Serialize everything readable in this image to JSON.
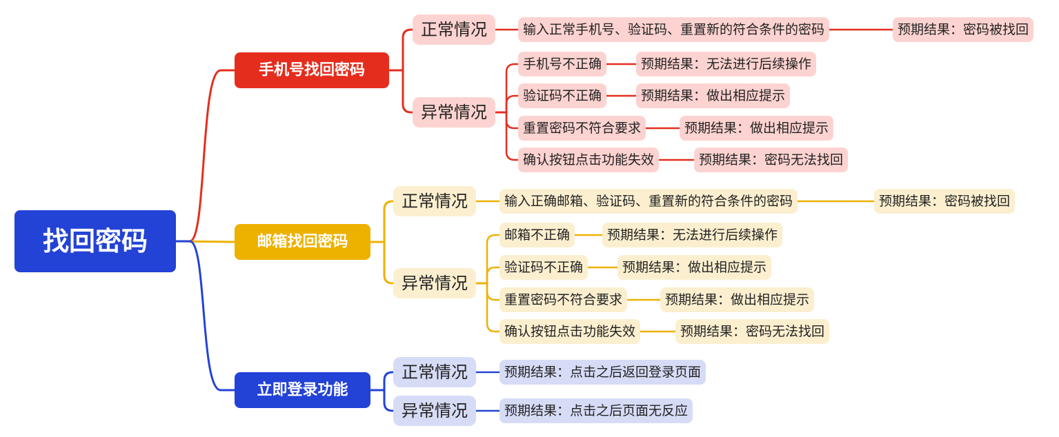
{
  "root": {
    "label": "找回密码",
    "color": "#2342d6"
  },
  "branches": [
    {
      "label": "手机号找回密码",
      "color": "#e52d1d",
      "tint": "#fcd3d0",
      "categories": [
        {
          "label": "正常情况",
          "items": [
            {
              "text": "输入正常手机号、验证码、重置新的符合条件的密码",
              "result": "预期结果：密码被找回"
            }
          ]
        },
        {
          "label": "异常情况",
          "items": [
            {
              "text": "手机号不正确",
              "result": "预期结果：无法进行后续操作"
            },
            {
              "text": "验证码不正确",
              "result": "预期结果：做出相应提示"
            },
            {
              "text": "重置密码不符合要求",
              "result": "预期结果：做出相应提示"
            },
            {
              "text": "确认按钮点击功能失效",
              "result": "预期结果：密码无法找回"
            }
          ]
        }
      ]
    },
    {
      "label": "邮箱找回密码",
      "color": "#edb100",
      "tint": "#fbefcf",
      "categories": [
        {
          "label": "正常情况",
          "items": [
            {
              "text": "输入正确邮箱、验证码、重置新的符合条件的密码",
              "result": "预期结果：密码被找回"
            }
          ]
        },
        {
          "label": "异常情况",
          "items": [
            {
              "text": "邮箱不正确",
              "result": "预期结果：无法进行后续操作"
            },
            {
              "text": "验证码不正确",
              "result": "预期结果：做出相应提示"
            },
            {
              "text": "重置密码不符合要求",
              "result": "预期结果：做出相应提示"
            },
            {
              "text": "确认按钮点击功能失效",
              "result": "预期结果：密码无法找回"
            }
          ]
        }
      ]
    },
    {
      "label": "立即登录功能",
      "color": "#2342d6",
      "tint": "#d6dcf6",
      "categories": [
        {
          "label": "正常情况",
          "items": [
            {
              "text": "预期结果：点击之后返回登录页面"
            }
          ]
        },
        {
          "label": "异常情况",
          "items": [
            {
              "text": "预期结果：点击之后页面无反应"
            }
          ]
        }
      ]
    }
  ]
}
